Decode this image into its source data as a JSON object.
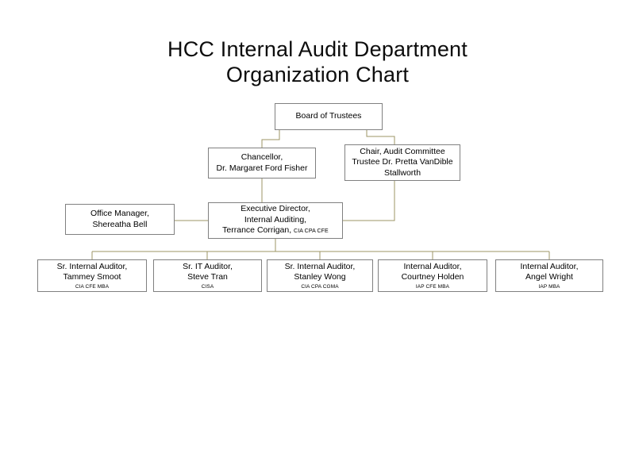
{
  "title": {
    "line1": "HCC Internal Audit Department",
    "line2": "Organization Chart"
  },
  "colors": {
    "box_border": "#808080",
    "box_fill": "#ffffff",
    "connector": "#9c9464",
    "text": "#000000"
  },
  "chart_data": {
    "type": "diagram",
    "diagram_type": "organization-chart",
    "title": "HCC Internal Audit Department Organization Chart",
    "nodes": [
      {
        "id": "board",
        "lines": [
          "Board of Trustees"
        ],
        "credentials": "",
        "level": 0
      },
      {
        "id": "chancellor",
        "lines": [
          "Chancellor,",
          "Dr. Margaret Ford Fisher"
        ],
        "credentials": "",
        "level": 1
      },
      {
        "id": "audit-chair",
        "lines": [
          "Chair, Audit Committee",
          "Trustee Dr. Pretta VanDible",
          "Stallworth"
        ],
        "credentials": "",
        "level": 1
      },
      {
        "id": "office-manager",
        "lines": [
          "Office Manager,",
          "Shereatha Bell"
        ],
        "credentials": "",
        "level": 2
      },
      {
        "id": "executive-director",
        "lines": [
          "Executive Director,",
          "Internal Auditing,"
        ],
        "name_line": "Terrance Corrigan,",
        "inline_credentials": "CIA CPA CFE",
        "level": 2
      },
      {
        "id": "tammey-smoot",
        "lines": [
          "Sr. Internal Auditor,",
          "Tammey Smoot"
        ],
        "credentials": "CIA CFE MBA",
        "level": 3
      },
      {
        "id": "steve-tran",
        "lines": [
          "Sr. IT Auditor,",
          "Steve Tran"
        ],
        "credentials": "CISA",
        "level": 3
      },
      {
        "id": "stanley-wong",
        "lines": [
          "Sr. Internal Auditor,",
          "Stanley Wong"
        ],
        "credentials": "CIA CPA CGMA",
        "level": 3
      },
      {
        "id": "courtney-holden",
        "lines": [
          "Internal Auditor,",
          "Courtney Holden"
        ],
        "credentials": "IAP CFE MBA",
        "level": 3
      },
      {
        "id": "angel-wright",
        "lines": [
          "Internal Auditor,",
          "Angel Wright"
        ],
        "credentials": "IAP  MBA",
        "level": 3
      }
    ],
    "edges": [
      {
        "from": "board",
        "to": "chancellor"
      },
      {
        "from": "board",
        "to": "audit-chair"
      },
      {
        "from": "chancellor",
        "to": "executive-director"
      },
      {
        "from": "audit-chair",
        "to": "executive-director"
      },
      {
        "from": "executive-director",
        "to": "office-manager"
      },
      {
        "from": "executive-director",
        "to": "tammey-smoot"
      },
      {
        "from": "executive-director",
        "to": "steve-tran"
      },
      {
        "from": "executive-director",
        "to": "stanley-wong"
      },
      {
        "from": "executive-director",
        "to": "courtney-holden"
      },
      {
        "from": "executive-director",
        "to": "angel-wright"
      }
    ]
  },
  "nodes": {
    "board": {
      "l0": "Board of Trustees"
    },
    "chancellor": {
      "l0": "Chancellor,",
      "l1": "Dr. Margaret Ford Fisher"
    },
    "audit_chair": {
      "l0": "Chair, Audit Committee",
      "l1": "Trustee Dr. Pretta VanDible",
      "l2": "Stallworth"
    },
    "office_manager": {
      "l0": "Office Manager,",
      "l1": "Shereatha Bell"
    },
    "executive_director": {
      "l0": "Executive Director,",
      "l1": "Internal Auditing,",
      "l2": "Terrance Corrigan,",
      "creds": "CIA CPA CFE"
    },
    "tammey_smoot": {
      "l0": "Sr. Internal Auditor,",
      "l1": "Tammey Smoot",
      "creds": "CIA CFE MBA"
    },
    "steve_tran": {
      "l0": "Sr. IT Auditor,",
      "l1": "Steve Tran",
      "creds": "CISA"
    },
    "stanley_wong": {
      "l0": "Sr. Internal Auditor,",
      "l1": "Stanley Wong",
      "creds": "CIA CPA CGMA"
    },
    "courtney_holden": {
      "l0": "Internal Auditor,",
      "l1": "Courtney Holden",
      "creds": "IAP CFE MBA"
    },
    "angel_wright": {
      "l0": "Internal Auditor,",
      "l1": "Angel Wright",
      "creds": "IAP  MBA"
    }
  }
}
